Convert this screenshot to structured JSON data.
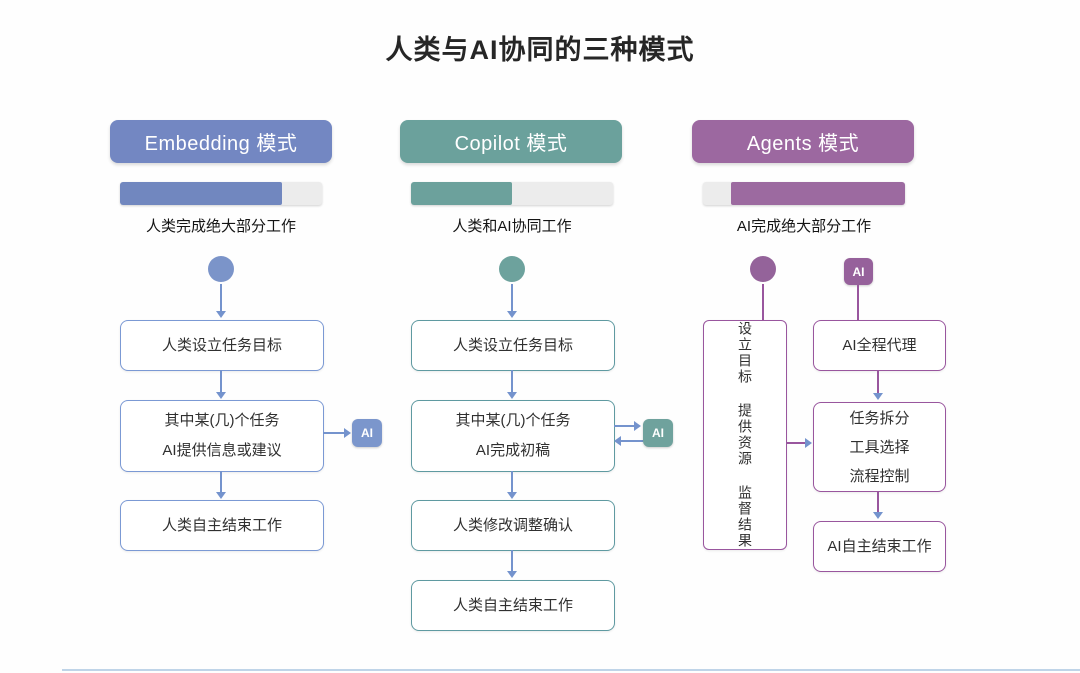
{
  "title": "人类与AI协同的三种模式",
  "colors": {
    "blue": "#7387c2",
    "teal": "#6ba19c",
    "purple": "#9c68a0",
    "arrowhead": "#7493cd",
    "progress_track": "#ececec"
  },
  "embedding": {
    "header": "Embedding 模式",
    "bar_label": "人类完成绝大部分工作",
    "progress_percent": 80,
    "progress_fill_side": "left",
    "step1": "人类设立任务目标",
    "step2_line1": "其中某(几)个任务",
    "step2_line2": "AI提供信息或建议",
    "step3": "人类自主结束工作",
    "ai_badge": "AI"
  },
  "copilot": {
    "header": "Copilot 模式",
    "bar_label": "人类和AI协同工作",
    "progress_percent": 50,
    "progress_fill_side": "left",
    "step1": "人类设立任务目标",
    "step2_line1": "其中某(几)个任务",
    "step2_line2": "AI完成初稿",
    "step3": "人类修改调整确认",
    "step4": "人类自主结束工作",
    "ai_badge": "AI"
  },
  "agents": {
    "header": "Agents 模式",
    "bar_label": "AI完成绝大部分工作",
    "progress_percent": 86,
    "progress_fill_side": "right",
    "human_role_vertical": "设立目标 提供资源 监督结果",
    "ai_badge": "AI",
    "step1": "AI全程代理",
    "step2_line1": "任务拆分",
    "step2_line2": "工具选择",
    "step2_line3": "流程控制",
    "step3": "AI自主结束工作"
  }
}
